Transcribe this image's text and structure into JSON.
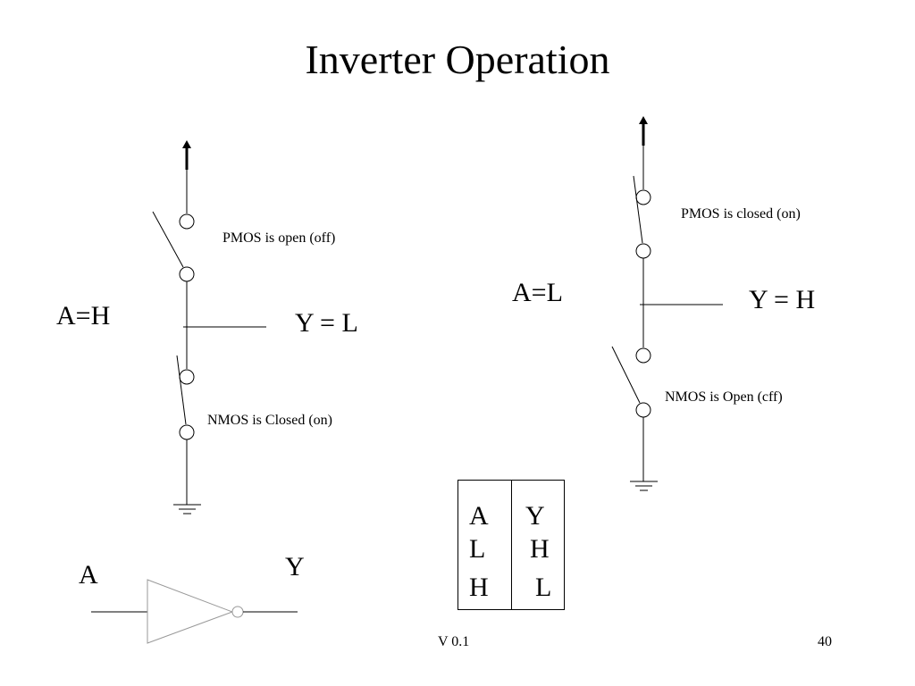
{
  "title": "Inverter Operation",
  "left_circuit": {
    "input_label": "A=H",
    "output_label": "Y = L",
    "pmos_label": "PMOS is open (off)",
    "nmos_label": "NMOS is Closed (on)"
  },
  "right_circuit": {
    "input_label": "A=L",
    "output_label": "Y = H",
    "pmos_label": "PMOS is closed (on)",
    "nmos_label": "NMOS is Open (cff)"
  },
  "gate_symbol": {
    "input_label": "A",
    "output_label": "Y"
  },
  "truth_table": {
    "headers": [
      "A",
      "Y"
    ],
    "rows": [
      [
        "L",
        "H"
      ],
      [
        "H",
        "L"
      ]
    ]
  },
  "footer": {
    "version": "V 0.1",
    "page_number": "40"
  }
}
